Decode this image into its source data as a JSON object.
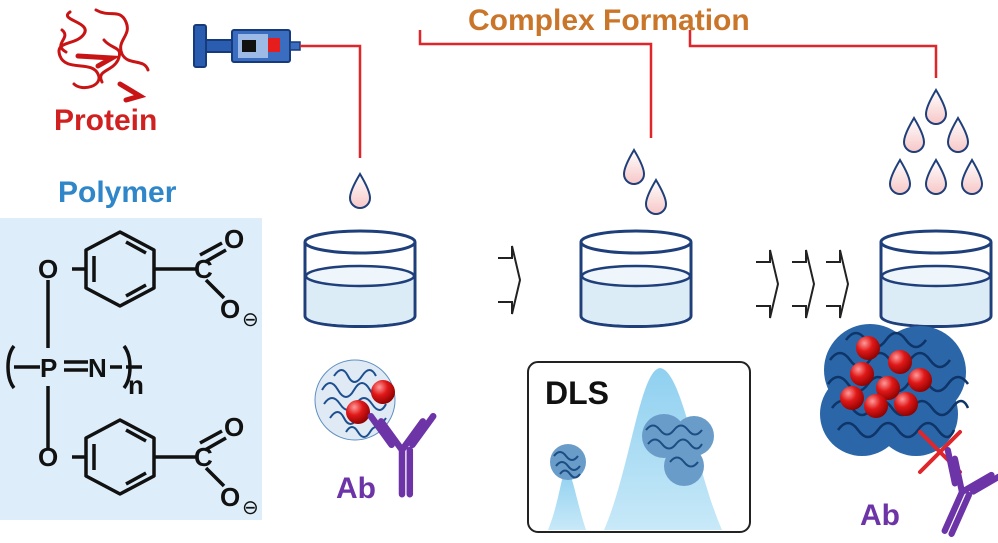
{
  "labels": {
    "protein": "Protein",
    "polymer": "Polymer",
    "complex_formation": "Complex Formation",
    "dls": "DLS",
    "antibody_left": "Ab",
    "antibody_right": "Ab"
  },
  "chemical_structure": {
    "oxygen": "O",
    "carbon": "C",
    "phosphorus": "P",
    "nitrogen": "N",
    "subscript_n": "n",
    "charge": "⊖"
  },
  "colors": {
    "protein_red": "#d02020",
    "polymer_blue": "#2f86c8",
    "complex_orange": "#c9752a",
    "antibody_purple": "#6c34a6",
    "connector_red": "#e0262a",
    "beaker_stroke": "#1f3f7a",
    "liquid": "#dcecf7",
    "structure_panel": "#ddeefa"
  }
}
